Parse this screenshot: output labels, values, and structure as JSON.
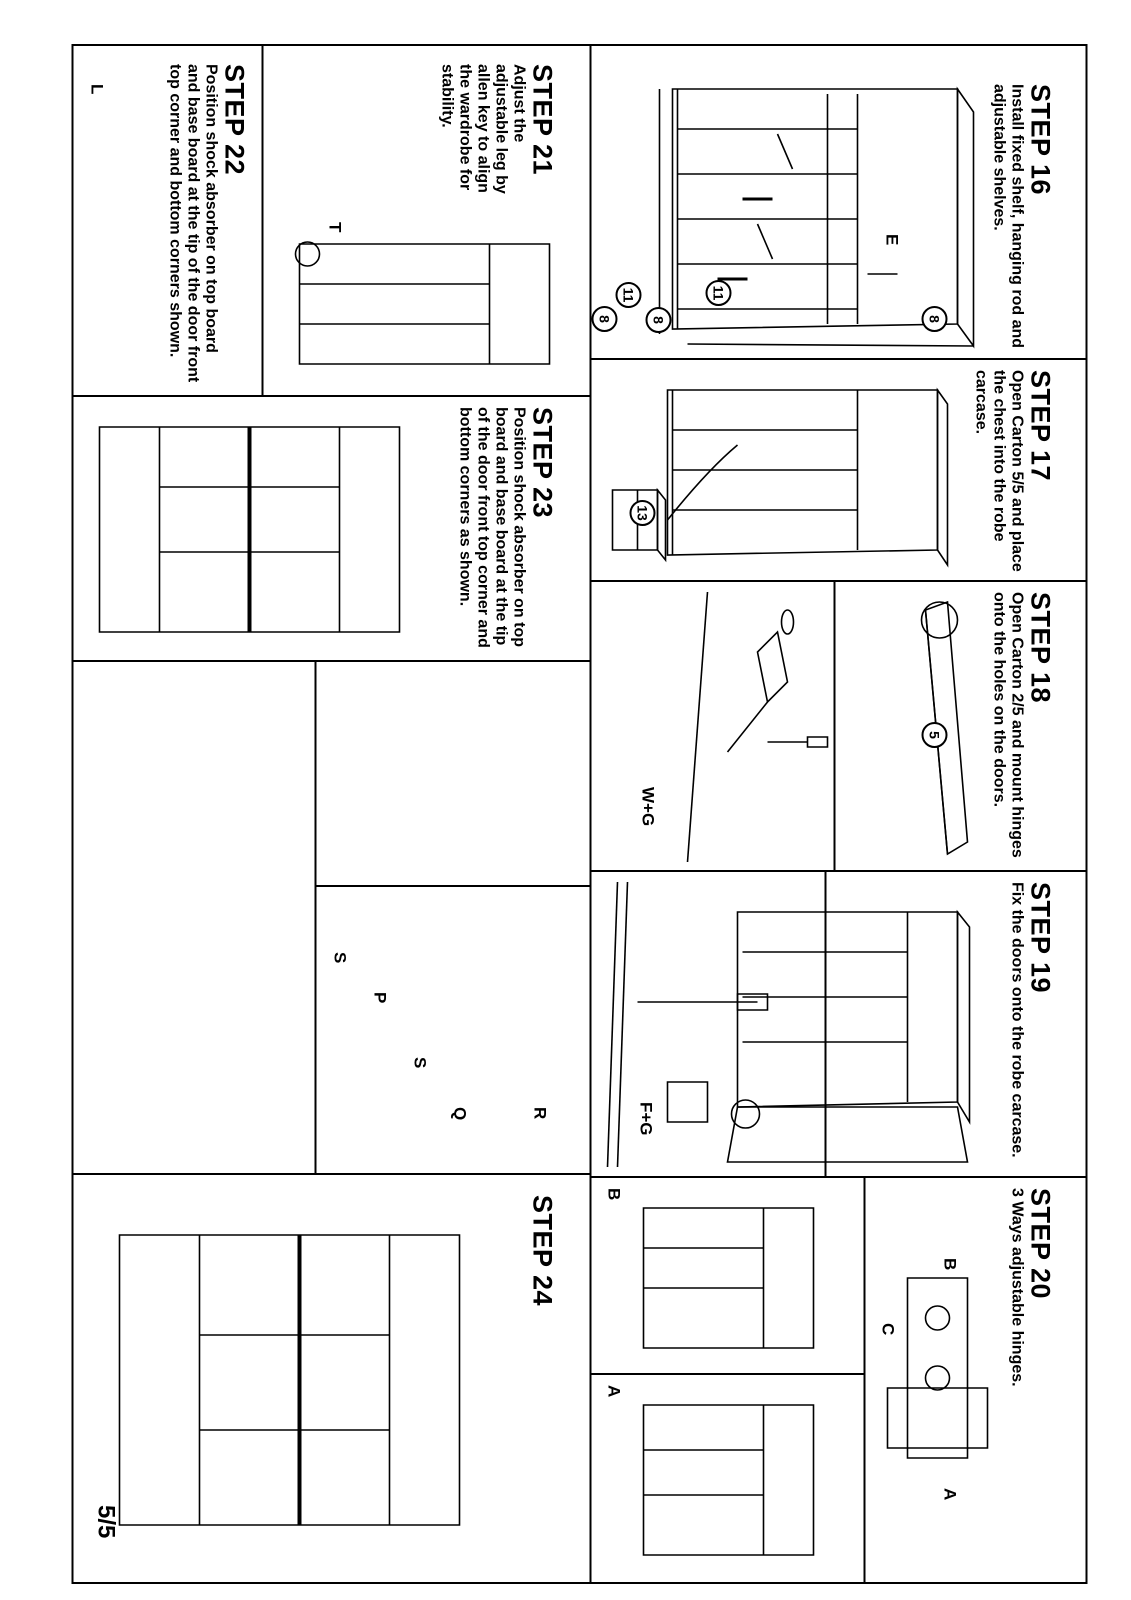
{
  "steps": {
    "s16": {
      "title": "STEP 16",
      "text": "Install fixed shelf, hanging rod and adjustable shelves."
    },
    "s17": {
      "title": "STEP 17",
      "text": "Open Carton 5/5 and place the chest into the robe carcase."
    },
    "s18": {
      "title": "STEP 18",
      "text": "Open Carton 2/5 and mount hinges onto the holes on the doors."
    },
    "s19": {
      "title": "STEP 19",
      "text": "Fix the doors onto the robe carcase."
    },
    "s20": {
      "title": "STEP 20",
      "text": "3 Ways adjustable hinges."
    },
    "s21": {
      "title": "STEP 21",
      "text": "Adjust the adjustable leg by allen key to align the wardrobe for stability."
    },
    "s22": {
      "title": "STEP 22",
      "text": "Position shock absorber on top board and base board at the tip of the door front top corner and bottom corners shown."
    },
    "s23": {
      "title": "STEP 23",
      "text": "Position shock absorber on top board and base board at the tip of the door front top corner and bottom corners as shown."
    },
    "s24": {
      "title": "STEP 24",
      "text": ""
    }
  },
  "labels": {
    "E": "E",
    "n8": "8",
    "n11": "11",
    "n13": "13",
    "n5": "5",
    "WG": "W+G",
    "FG": "F+G",
    "A": "A",
    "B": "B",
    "C": "C",
    "T": "T",
    "L": "L",
    "R": "R",
    "Q": "Q",
    "S": "S",
    "P": "P"
  },
  "page_number": "5/5"
}
